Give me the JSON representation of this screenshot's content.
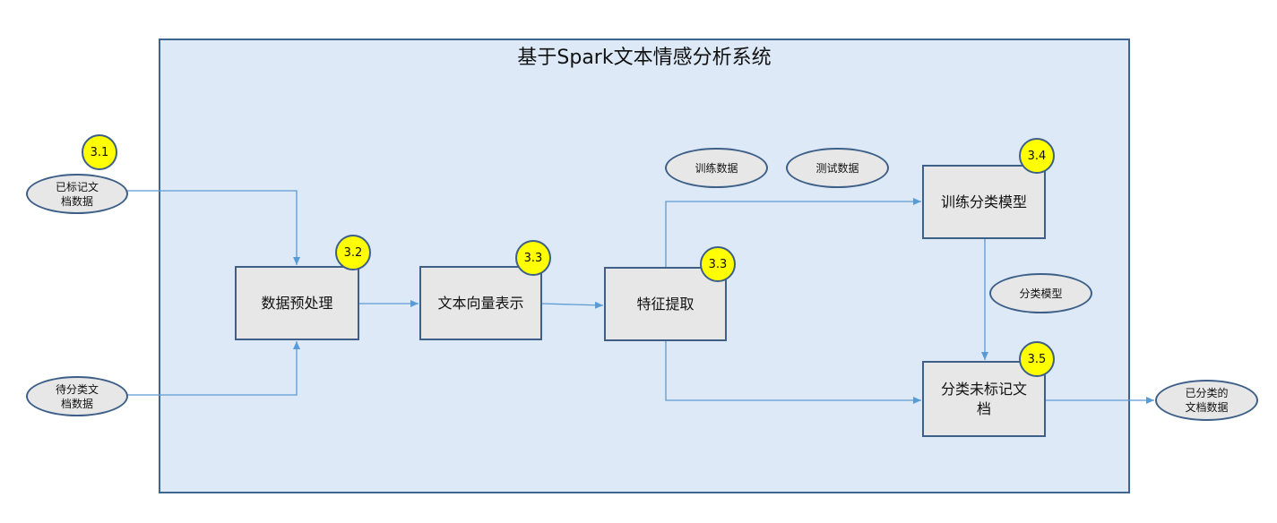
{
  "title": "基于Spark文本情感分析系统",
  "colors": {
    "system_fill": "#dde9f6",
    "border": "#3d5f88",
    "node_fill": "#e7e7e7",
    "badge_fill": "#ffff00",
    "arrow": "#5b9bd5"
  },
  "external_inputs": {
    "labeled_docs": "已标记文\n档数据",
    "unlabeled_docs": "待分类文\n档数据"
  },
  "external_output": {
    "classified_docs": "已分类的\n文档数据"
  },
  "data_stores": {
    "train_data": "训练数据",
    "test_data": "测试数据",
    "model": "分类模型"
  },
  "processes": {
    "preprocess": {
      "label": "数据预处理",
      "badge": "3.2"
    },
    "vectorize": {
      "label": "文本向量表示",
      "badge": "3.3"
    },
    "feature": {
      "label": "特征提取",
      "badge": "3.3"
    },
    "train": {
      "label": "训练分类模型",
      "badge": "3.4"
    },
    "classify": {
      "label": "分类未标记文\n档",
      "badge": "3.5"
    }
  },
  "input_badge": "3.1"
}
